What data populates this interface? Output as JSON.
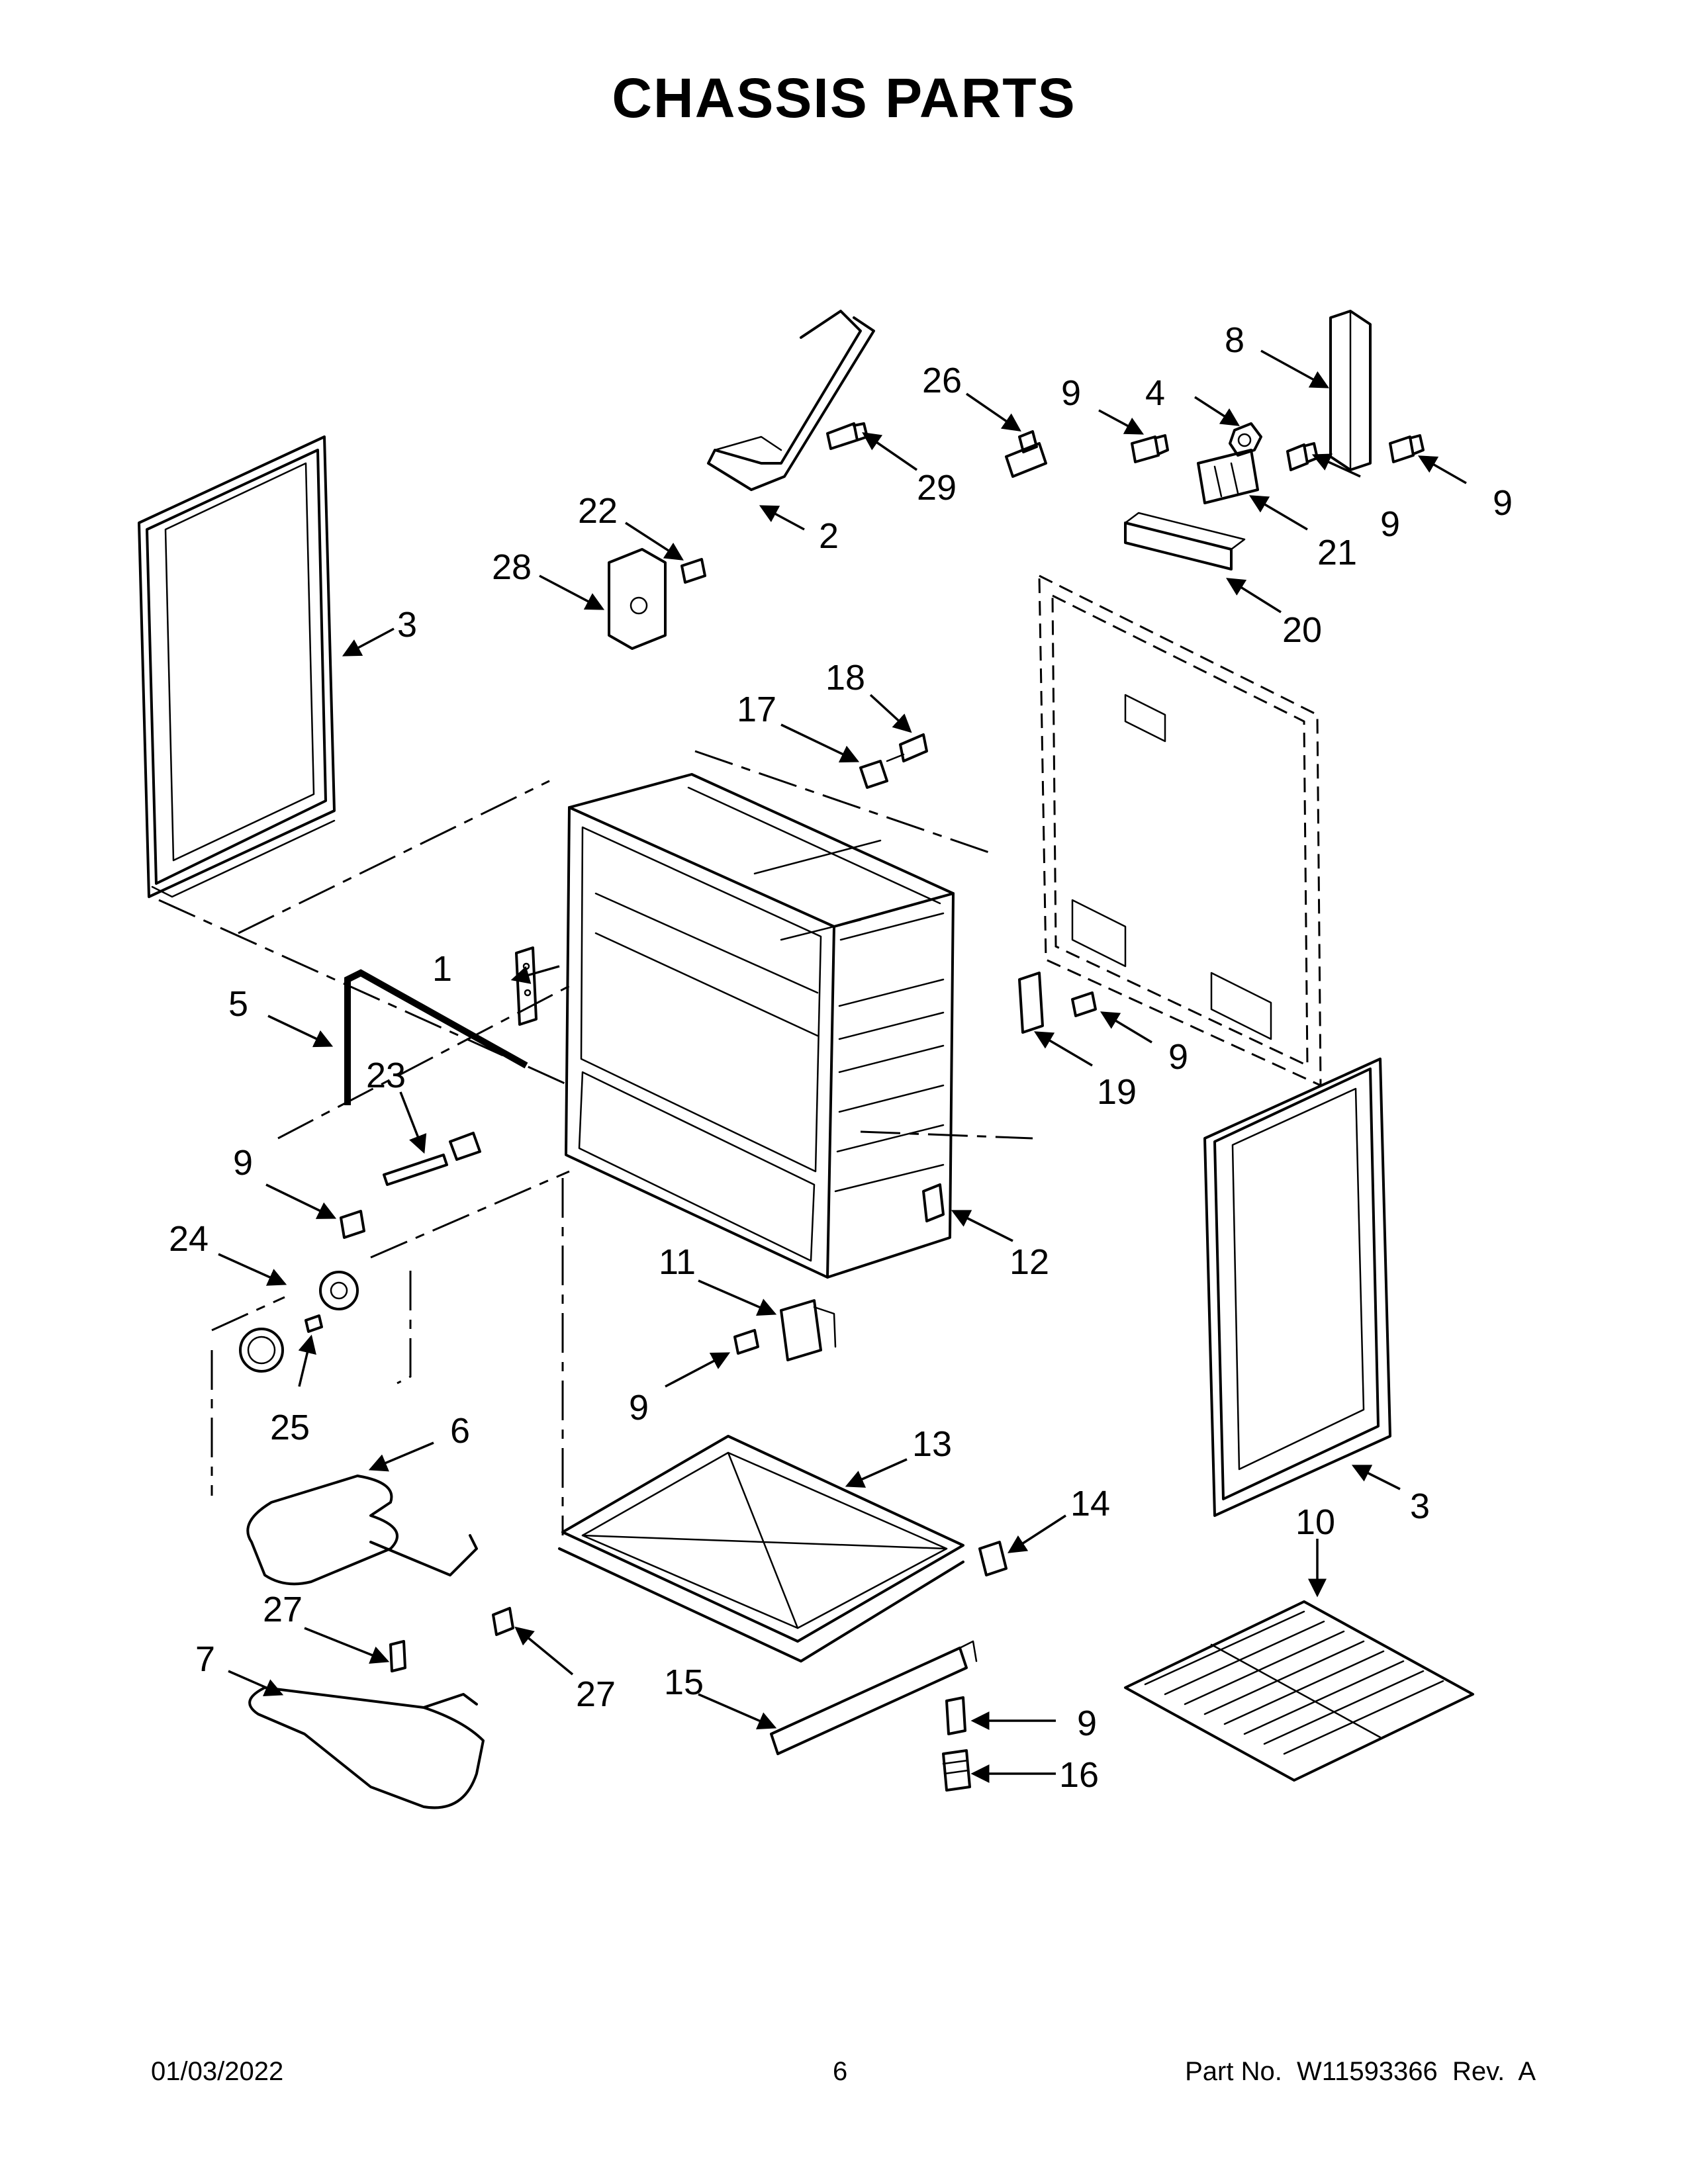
{
  "title": "CHASSIS PARTS",
  "callouts": {
    "c1": "1",
    "c2": "2",
    "c3a": "3",
    "c3b": "3",
    "c4": "4",
    "c5": "5",
    "c6": "6",
    "c7": "7",
    "c8": "8",
    "c9a": "9",
    "c9b": "9",
    "c9c": "9",
    "c9d": "9",
    "c9e": "9",
    "c9f": "9",
    "c9g": "9",
    "c10": "10",
    "c11": "11",
    "c12": "12",
    "c13": "13",
    "c14": "14",
    "c15": "15",
    "c16": "16",
    "c17": "17",
    "c18": "18",
    "c19": "19",
    "c20": "20",
    "c21": "21",
    "c22": "22",
    "c23": "23",
    "c24": "24",
    "c25": "25",
    "c26": "26",
    "c27a": "27",
    "c27b": "27",
    "c28": "28",
    "c29": "29"
  },
  "footer": {
    "date": "01/03/2022",
    "page": "6",
    "part_no": "Part No.  W11593366  Rev.  A"
  }
}
